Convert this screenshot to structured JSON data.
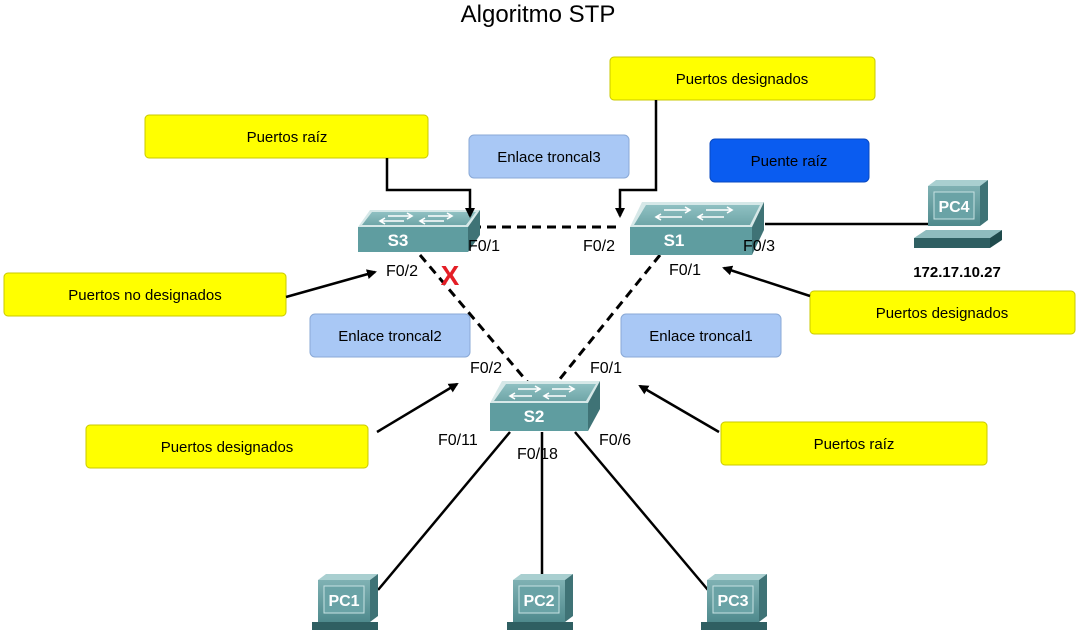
{
  "title": "Algoritmo STP",
  "callouts": {
    "puertos_raiz_top": "Puertos raíz",
    "puertos_designados_top": "Puertos designados",
    "puertos_no_designados": "Puertos no designados",
    "puertos_designados_right": "Puertos designados",
    "puertos_designados_left": "Puertos designados",
    "puertos_raiz_bottom": "Puertos raíz"
  },
  "trunk_labels": {
    "troncal3": "Enlace troncal3",
    "troncal2": "Enlace troncal2",
    "troncal1": "Enlace troncal1"
  },
  "root_bridge_label": "Puente raíz",
  "switches": {
    "s1": "S1",
    "s2": "S2",
    "s3": "S3"
  },
  "pcs": {
    "pc1": "PC1",
    "pc2": "PC2",
    "pc3": "PC3",
    "pc4": "PC4"
  },
  "pc4_ip": "172.17.10.27",
  "ports": {
    "s3_f01": "F0/1",
    "s3_f02": "F0/2",
    "s1_f02": "F0/2",
    "s1_f03": "F0/3",
    "s1_f01": "F0/1",
    "s2_f02": "F0/2",
    "s2_f01": "F0/1",
    "s2_f011": "F0/11",
    "s2_f018": "F0/18",
    "s2_f06": "F0/6"
  },
  "blocked_mark": "X",
  "colors": {
    "callout_fill": "#ffff00",
    "trunk_fill": "#a9c8f5",
    "root_fill": "#0a5cf0",
    "device_body": "#5f9da0",
    "blocked": "#e41e26"
  }
}
